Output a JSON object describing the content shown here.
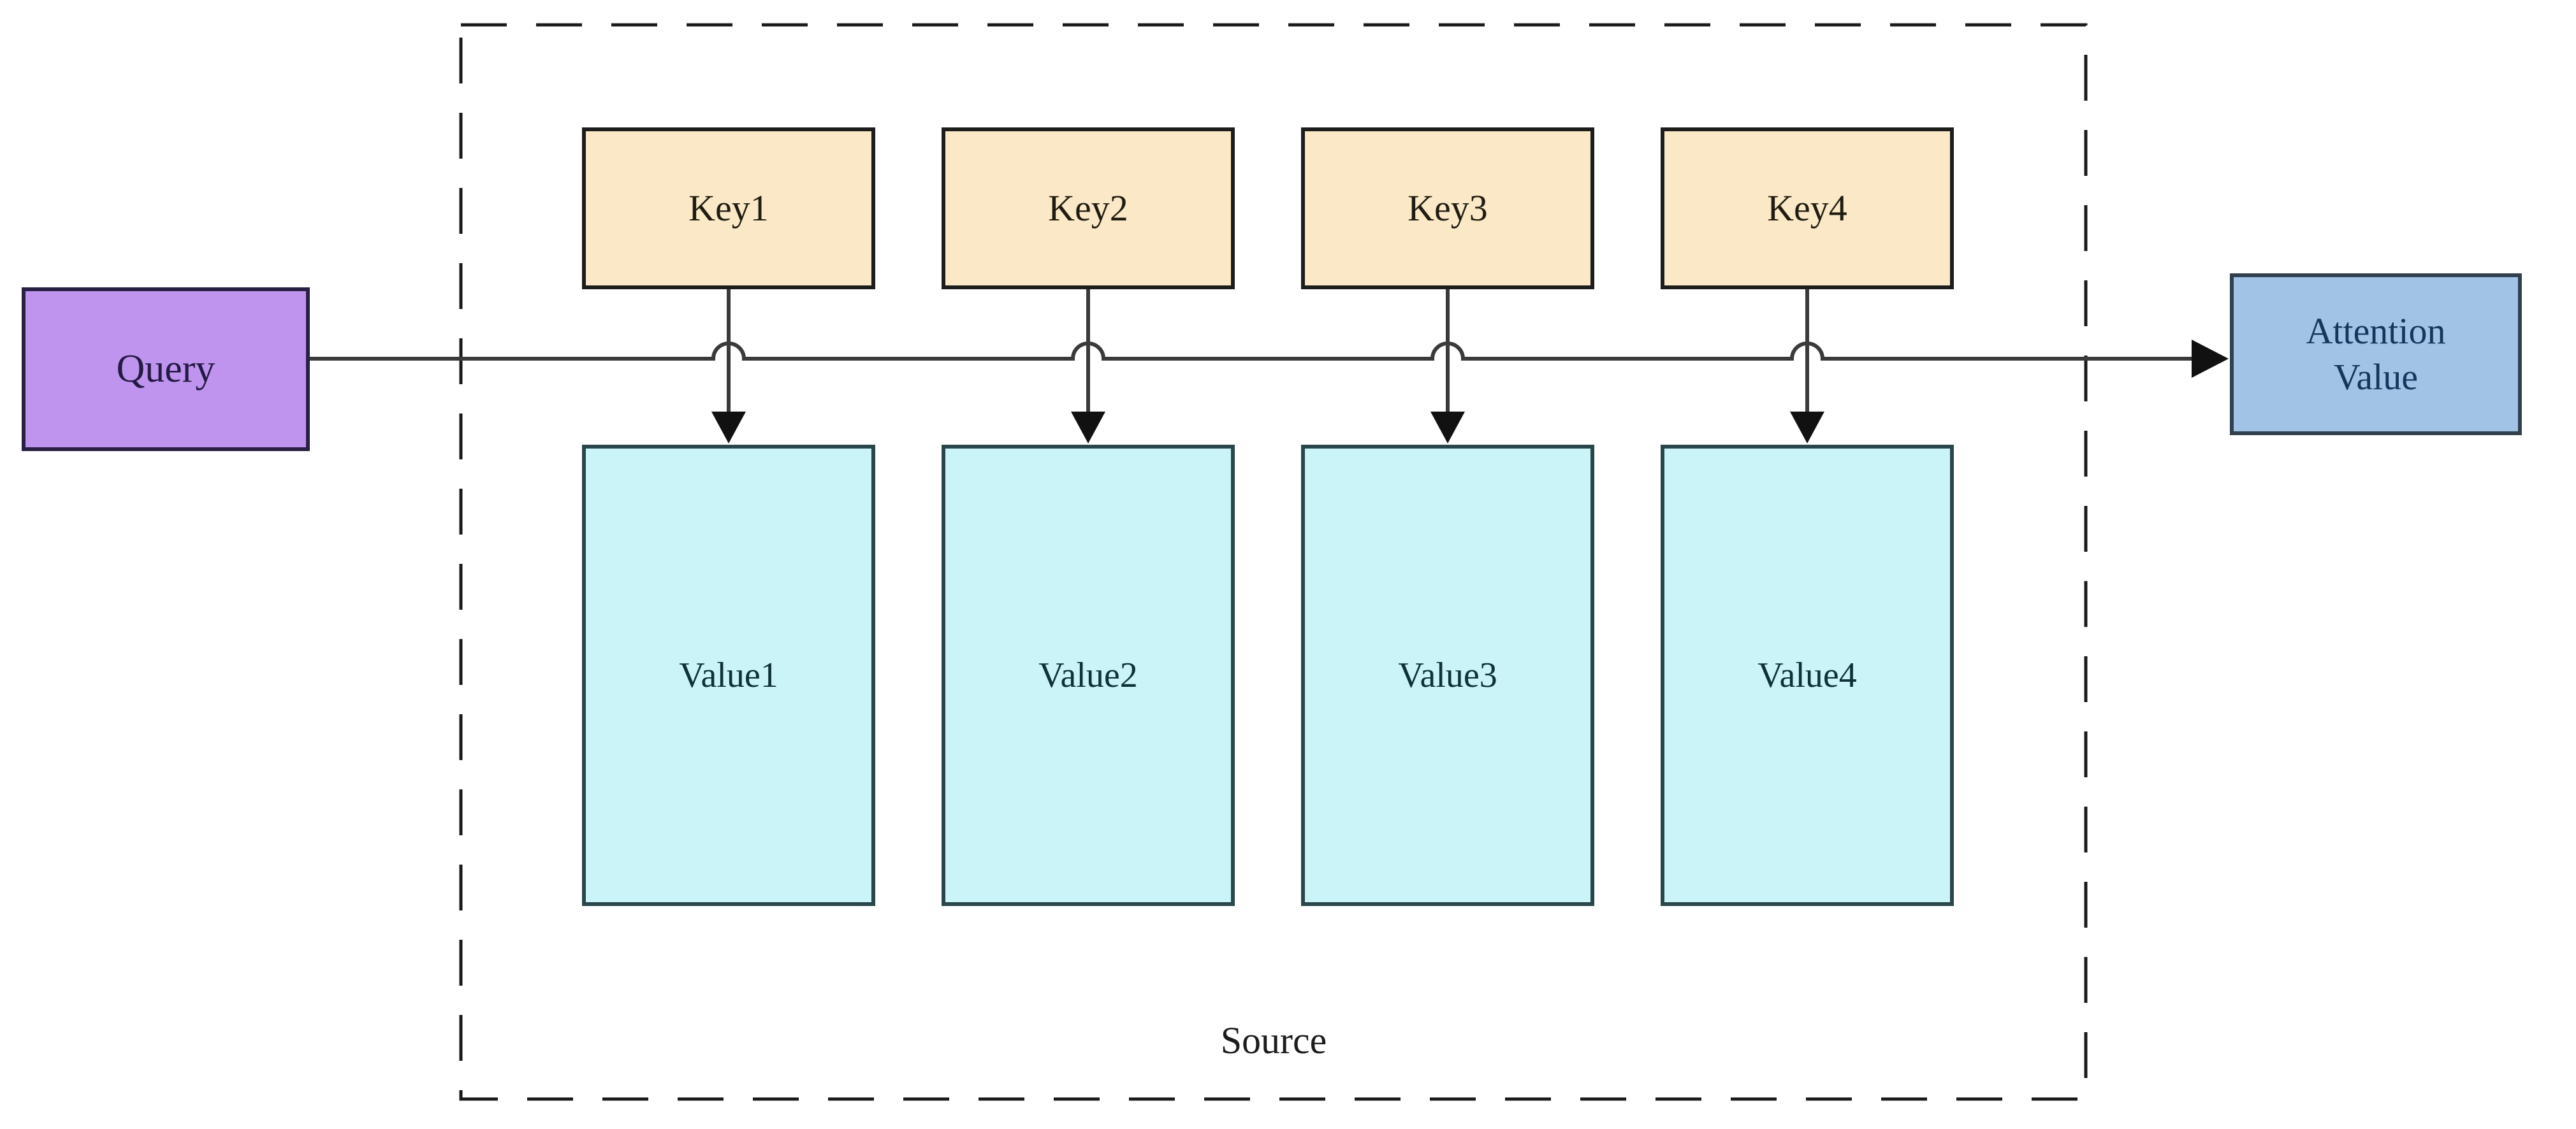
{
  "diagram": {
    "query": {
      "label": "Query"
    },
    "keys": [
      {
        "label": "Key1"
      },
      {
        "label": "Key2"
      },
      {
        "label": "Key3"
      },
      {
        "label": "Key4"
      }
    ],
    "values": [
      {
        "label": "Value1"
      },
      {
        "label": "Value2"
      },
      {
        "label": "Value3"
      },
      {
        "label": "Value4"
      }
    ],
    "attention": {
      "label": "Attention\nValue"
    },
    "source_label": "Source"
  },
  "colors": {
    "background": "#ffffff",
    "query_fill": "#bf94ee",
    "query_border": "#2a2044",
    "query_text": "#241a44",
    "key_fill": "#fae8c6",
    "key_border": "#1d1d1b",
    "key_text": "#201c12",
    "value_fill": "#cbf4f8",
    "value_border": "#29464a",
    "value_text": "#0e3236",
    "attention_fill": "#a0c3e6",
    "attention_border": "#31404e",
    "attention_text": "#16365c",
    "source_text": "#1c1c1c",
    "line": "#3a3a3a",
    "arrow": "#111111",
    "dashed_border": "#1a1a1a"
  }
}
